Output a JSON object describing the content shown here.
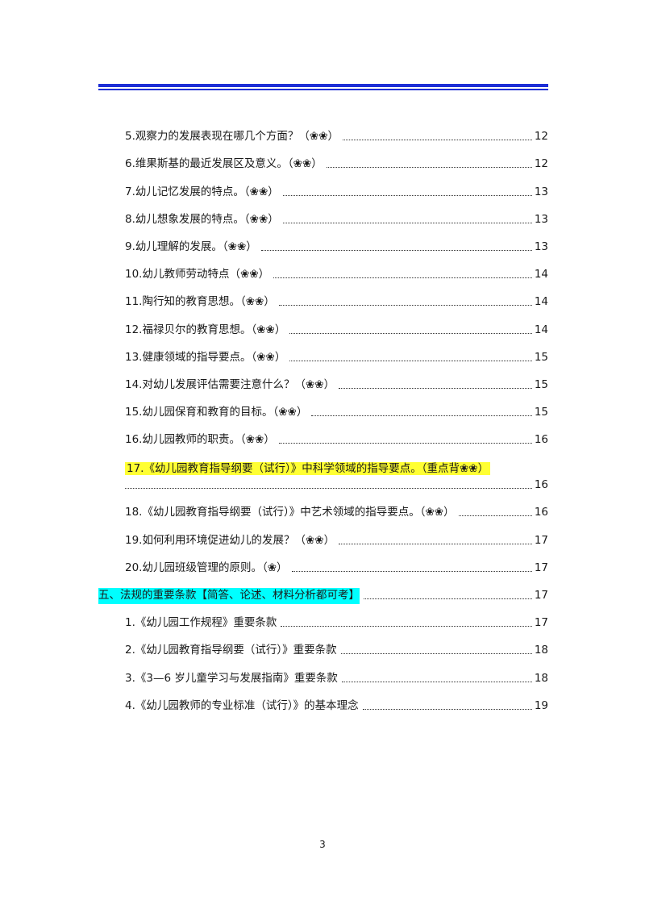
{
  "entries": [
    {
      "title": "5.观察力的发展表现在哪几个方面？（❀❀）",
      "page": "12"
    },
    {
      "title": "6.维果斯基的最近发展区及意义。（❀❀）",
      "page": "12"
    },
    {
      "title": "7.幼儿记忆发展的特点。（❀❀）",
      "page": "13"
    },
    {
      "title": "8.幼儿想象发展的特点。（❀❀）",
      "page": "13"
    },
    {
      "title": "9.幼儿理解的发展。（❀❀）",
      "page": "13"
    },
    {
      "title": "10.幼儿教师劳动特点（❀❀）",
      "page": "14"
    },
    {
      "title": "11.陶行知的教育思想。（❀❀）",
      "page": "14"
    },
    {
      "title": "12.福禄贝尔的教育思想。（❀❀）",
      "page": "14"
    },
    {
      "title": "13.健康领域的指导要点。（❀❀）",
      "page": "15"
    },
    {
      "title": "14.对幼儿发展评估需要注意什么？（❀❀）",
      "page": "15"
    },
    {
      "title": "15.幼儿园保育和教育的目标。（❀❀）",
      "page": "15"
    },
    {
      "title": "16.幼儿园教师的职责。（❀❀）",
      "page": "16"
    }
  ],
  "entry17": {
    "title": "17.《幼儿园教育指导纲要（试行）》中科学领域的指导要点。（重点背❀❀）",
    "page": "16"
  },
  "entries_b": [
    {
      "title": "18.《幼儿园教育指导纲要（试行）》中艺术领域的指导要点。（❀❀）",
      "page": "16"
    },
    {
      "title": "19.如何利用环境促进幼儿的发展？（❀❀）",
      "page": "17"
    },
    {
      "title": "20.幼儿园班级管理的原则。（❀）",
      "page": "17"
    }
  ],
  "section5": {
    "title": "五、法规的重要条款【简答、论述、材料分析都可考】",
    "page": "17"
  },
  "entries_c": [
    {
      "title": "1.《幼儿园工作规程》重要条款",
      "page": "17"
    },
    {
      "title": "2.《幼儿园教育指导纲要（试行）》重要条款",
      "page": "18"
    },
    {
      "title": "3.《3—6 岁儿童学习与发展指南》重要条款",
      "page": "18"
    },
    {
      "title": "4.《幼儿园教师的专业标准（试行）》的基本理念",
      "page": "19"
    }
  ],
  "page_number": "3",
  "colors": {
    "rule": "#1e2fd6",
    "highlight_yellow": "#ffff33",
    "highlight_cyan": "#00ffff"
  }
}
